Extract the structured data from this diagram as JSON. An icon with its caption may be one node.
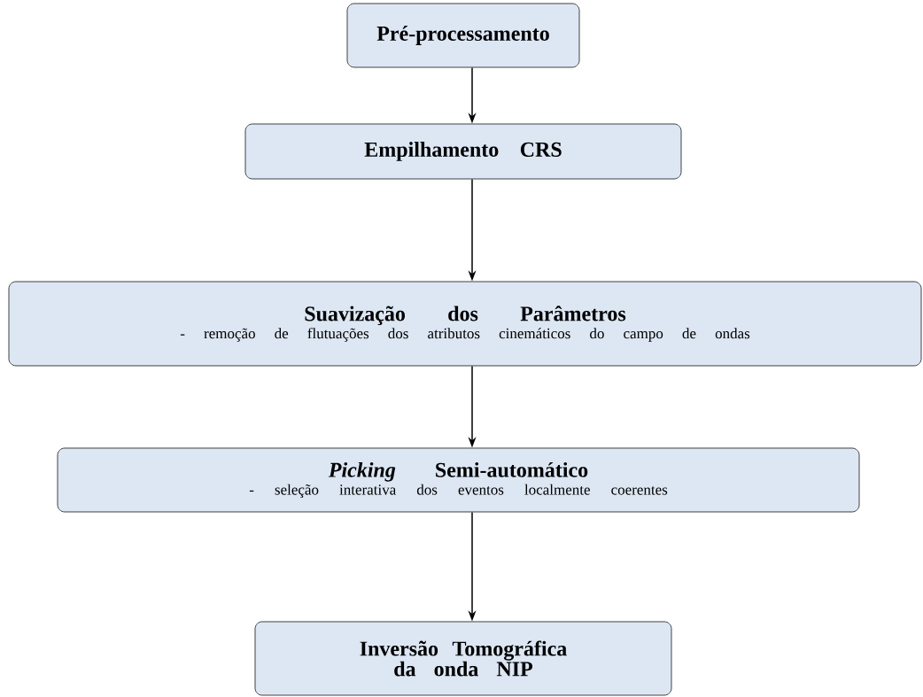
{
  "diagram": {
    "nodes": [
      {
        "text": [
          "Pré-processamento"
        ]
      },
      {
        "text": [
          "Empilhamento CRS"
        ]
      },
      {
        "text": [
          "Suavização dos Parâmetros",
          "- remoção de flutuações dos atributos cinemáticos do campo de ondas"
        ]
      },
      {
        "text": [
          "*Picking* Semi-automático",
          "- seleção interativa dos eventos localmente coerentes"
        ]
      },
      {
        "text": [
          "Inversão Tomográfica da onda NIP"
        ]
      }
    ],
    "edges": [
      {
        "from": 0,
        "to": 1,
        "arrow": "to"
      },
      {
        "from": 1,
        "to": 2,
        "arrow": "to"
      },
      {
        "from": 2,
        "to": 3,
        "arrow": "to"
      },
      {
        "from": 3,
        "to": 4,
        "arrow": "to"
      }
    ]
  }
}
